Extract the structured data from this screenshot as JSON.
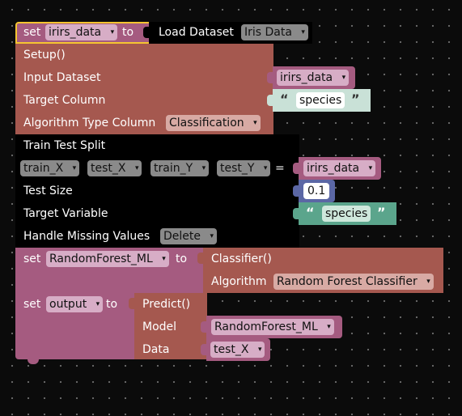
{
  "colors": {
    "variable_block": "#a55b80",
    "procedure_block": "#a5584f",
    "black_block": "#000000",
    "text_block": "#5ba58c",
    "number_block": "#5b67a5",
    "selected_outline": "#f5c531"
  },
  "block1": {
    "set_label": "set",
    "variable": "irirs_data",
    "to_label": "to",
    "load_label": "Load Dataset",
    "dataset_option": "Iris Data"
  },
  "setup": {
    "title": "Setup()",
    "input_dataset_label": "Input Dataset",
    "input_dataset_var": "irirs_data",
    "target_column_label": "Target Column",
    "target_column_value": "species",
    "algorithm_type_label": "Algorithm Type Column",
    "algorithm_type_option": "Classification"
  },
  "split": {
    "title": "Train Test Split",
    "outputs": [
      "train_X",
      "test_X",
      "train_Y",
      "test_Y"
    ],
    "equals": "=",
    "input_var": "irirs_data",
    "test_size_label": "Test Size",
    "test_size_value": "0.1",
    "target_variable_label": "Target Variable",
    "target_variable_value": "species",
    "missing_label": "Handle Missing Values",
    "missing_option": "Delete"
  },
  "block_rf": {
    "set_label": "set",
    "variable": "RandomForest_ML",
    "to_label": "to",
    "classifier_label": "Classifier()",
    "algorithm_label": "Algorithm",
    "algorithm_option": "Random Forest Classifier"
  },
  "block_out": {
    "set_label": "set",
    "variable": "output",
    "to_label": "to",
    "predict_label": "Predict()",
    "model_label": "Model",
    "model_var": "RandomForest_ML",
    "data_label": "Data",
    "data_var": "test_X"
  },
  "quotes": {
    "open": "“",
    "close": "”"
  },
  "dropdown_arrow": "▾"
}
